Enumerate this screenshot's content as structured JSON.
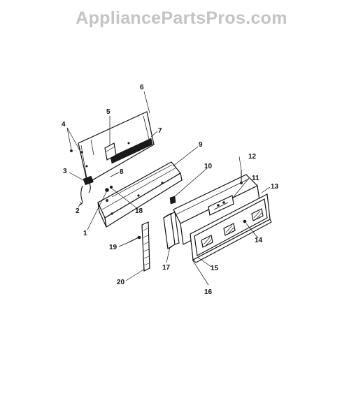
{
  "watermark": {
    "text": "AppliancePartsPros.com"
  },
  "callouts": {
    "n1": "1",
    "n2": "2",
    "n3": "3",
    "n4": "4",
    "n5": "5",
    "n6": "6",
    "n7": "7",
    "n8": "8",
    "n9": "9",
    "n10": "10",
    "n11": "11",
    "n12": "12",
    "n13": "13",
    "n14": "14",
    "n15": "15",
    "n16": "16",
    "n17": "17",
    "n18": "18",
    "n19": "19",
    "n20": "20"
  }
}
